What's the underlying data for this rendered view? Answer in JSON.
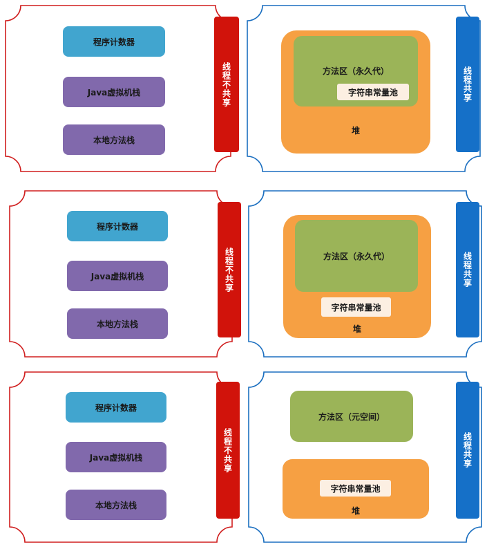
{
  "colors": {
    "red_frame": "#d01f1f",
    "blue_frame": "#1b6fc0",
    "program_counter": "#41a5cf",
    "stack": "#8169ac",
    "method_area": "#9bb458",
    "heap": "#f6a043",
    "string_pool": "#fcefe2",
    "not_shared_tab": "#d1130b",
    "shared_tab": "#1570c8"
  },
  "rows": [
    {
      "left": {
        "program_counter": "程序计数器",
        "java_stack": "Java虚拟机栈",
        "native_stack": "本地方法栈",
        "tab": "线程不共享"
      },
      "right": {
        "method_area": "方法区（永久代）",
        "string_pool": "字符串常量池",
        "heap": "堆",
        "tab": "线程共享"
      }
    },
    {
      "left": {
        "program_counter": "程序计数器",
        "java_stack": "Java虚拟机栈",
        "native_stack": "本地方法栈",
        "tab": "线程不共享"
      },
      "right": {
        "method_area": "方法区（永久代）",
        "string_pool": "字符串常量池",
        "heap": "堆",
        "tab": "线程共享"
      }
    },
    {
      "left": {
        "program_counter": "程序计数器",
        "java_stack": "Java虚拟机栈",
        "native_stack": "本地方法栈",
        "tab": "线程不共享"
      },
      "right": {
        "method_area": "方法区（元空间）",
        "string_pool": "字符串常量池",
        "heap": "堆",
        "tab": "线程共享"
      }
    }
  ]
}
